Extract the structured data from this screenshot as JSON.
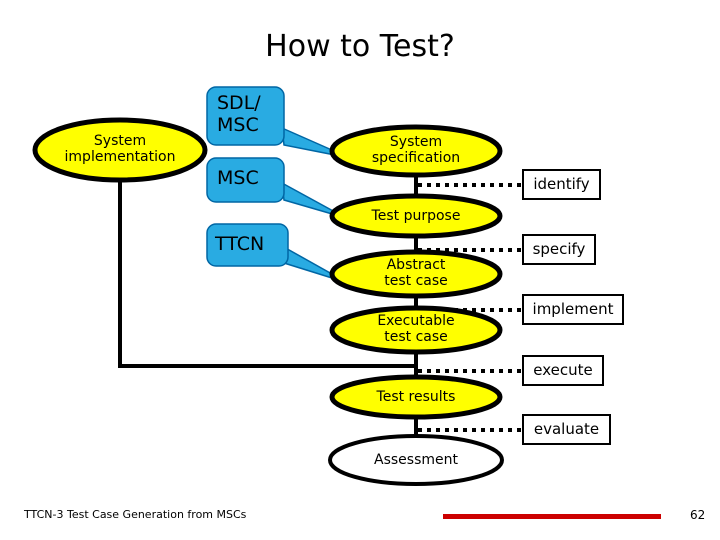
{
  "slide": {
    "title": "How to Test?",
    "page_number": "62",
    "footer": "TTCN-3 Test Case Generation from MSCs",
    "colors": {
      "ellipse_fill": "#ffff00",
      "ellipse_stroke": "#000000",
      "callout_fill": "#29abe2",
      "callout_stroke": "#0066a4",
      "assessment_fill": "#ffffff",
      "footer_rule": "#cc0000",
      "text": "#000000",
      "background": "#ffffff"
    }
  },
  "diagram": {
    "ellipses": [
      {
        "id": "system-implementation",
        "label": "System\nimplementation",
        "filled": true
      },
      {
        "id": "system-specification",
        "label": "System\nspecification",
        "filled": true
      },
      {
        "id": "test-purpose",
        "label": "Test purpose",
        "filled": true
      },
      {
        "id": "abstract-test-case",
        "label": "Abstract\ntest case",
        "filled": true
      },
      {
        "id": "executable-test-case",
        "label": "Executable\ntest case",
        "filled": true
      },
      {
        "id": "test-results",
        "label": "Test results",
        "filled": true
      },
      {
        "id": "assessment",
        "label": "Assessment",
        "filled": false
      }
    ],
    "callouts": [
      {
        "id": "callout-sdl-msc",
        "label": "SDL/\nMSC",
        "points_to": "system-specification"
      },
      {
        "id": "callout-msc",
        "label": "MSC",
        "points_to": "test-purpose"
      },
      {
        "id": "callout-ttcn",
        "label": "TTCN",
        "points_to": "abstract-test-case"
      }
    ],
    "activities": [
      {
        "id": "activity-identify",
        "label": "identify",
        "between": "system-specification / test-purpose"
      },
      {
        "id": "activity-specify",
        "label": "specify",
        "between": "test-purpose / abstract-test-case"
      },
      {
        "id": "activity-implement",
        "label": "implement",
        "between": "abstract-test-case / executable-test-case"
      },
      {
        "id": "activity-execute",
        "label": "execute",
        "between": "executable-test-case / test-results"
      },
      {
        "id": "activity-evaluate",
        "label": "evaluate",
        "between": "test-results / assessment"
      }
    ]
  }
}
